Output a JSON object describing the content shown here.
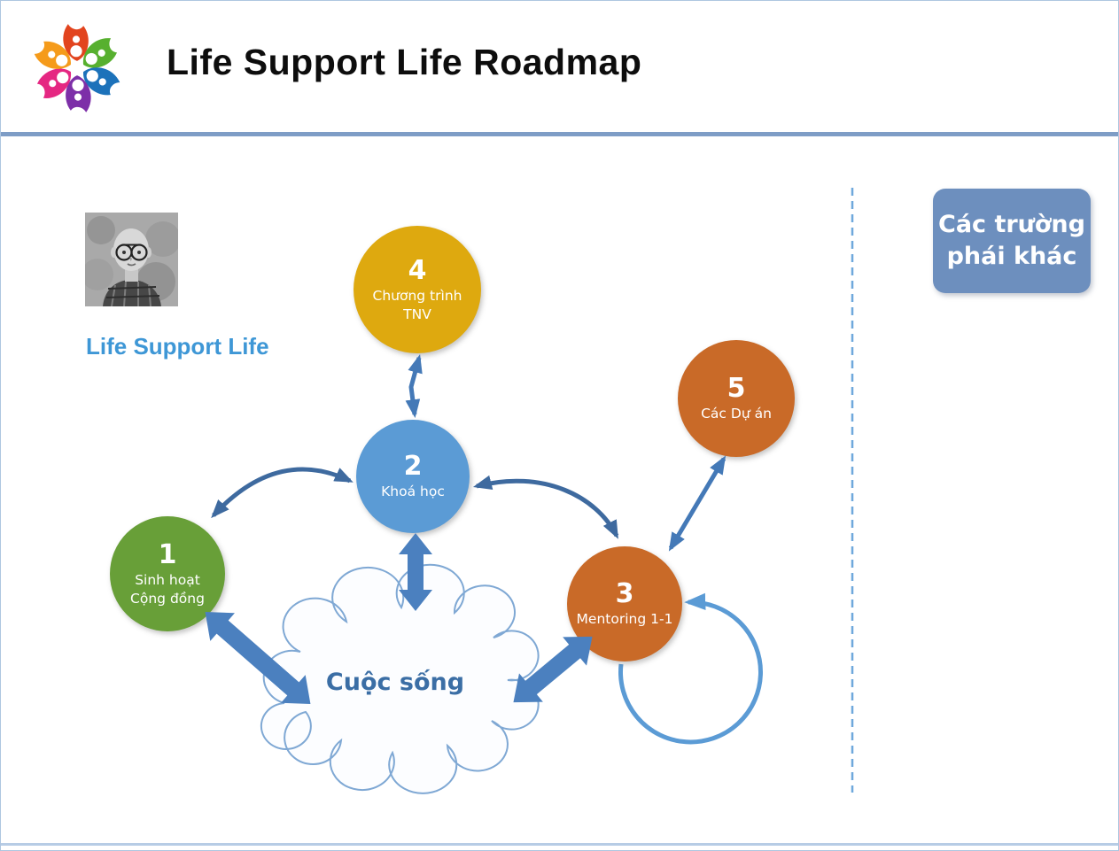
{
  "header": {
    "title": "Life Support Life Roadmap",
    "logo": "multicolor-flower-logo",
    "logo_petal_colors": [
      "#E2441E",
      "#57B02F",
      "#1C72BA",
      "#7D2FA8",
      "#E52782",
      "#F59B1B"
    ]
  },
  "brand": {
    "name": "Life Support Life",
    "photo": "grayscale-portrait-man-with-glasses",
    "name_color": "#3E97D6"
  },
  "nodes": [
    {
      "number": "1",
      "lines": [
        "Sinh hoạt",
        "Cộng đồng"
      ],
      "color": "#689F38"
    },
    {
      "number": "2",
      "lines": [
        "Khoá học"
      ],
      "color": "#5B9BD5"
    },
    {
      "number": "3",
      "lines": [
        "Mentoring 1-1"
      ],
      "color": "#C96A28"
    },
    {
      "number": "4",
      "lines": [
        "Chương trình",
        "TNV"
      ],
      "color": "#DEA90F"
    },
    {
      "number": "5",
      "lines": [
        "Các Dự án"
      ],
      "color": "#C96A28"
    }
  ],
  "cloud": {
    "label": "Cuộc sống",
    "label_color": "#3B6EA5",
    "outline_color": "#7FA8D4"
  },
  "side_box": {
    "label": "Các trường phái khác",
    "lines": [
      "Các trường",
      "phái khác"
    ],
    "color": "#6D8FBE"
  },
  "connections": [
    {
      "from": "4",
      "to": "2",
      "type": "thin-double-arrow"
    },
    {
      "from": "1",
      "to": "2",
      "type": "curved-double-arrow"
    },
    {
      "from": "2",
      "to": "3",
      "type": "curved-double-arrow"
    },
    {
      "from": "5",
      "to": "3",
      "type": "thin-double-arrow"
    },
    {
      "from": "2",
      "to": "Cuộc sống",
      "type": "thick-block-double-arrow"
    },
    {
      "from": "1",
      "to": "Cuộc sống",
      "type": "thick-block-double-arrow"
    },
    {
      "from": "Cuộc sống",
      "to": "3",
      "type": "thick-block-double-arrow"
    },
    {
      "from": "3",
      "to": "3",
      "type": "self-loop-arrow"
    }
  ],
  "colors": {
    "header_divider": "#7E9DC6",
    "footer_line": "#B7CCE5",
    "page_border": "#AEC6E0",
    "arrow_dark": "#3E6A9F",
    "arrow_mid": "#4479B7",
    "block_arrow": "#4B80BF",
    "loop_arrow": "#5B9BD5",
    "dashed_divider": "#6FA8DC"
  }
}
